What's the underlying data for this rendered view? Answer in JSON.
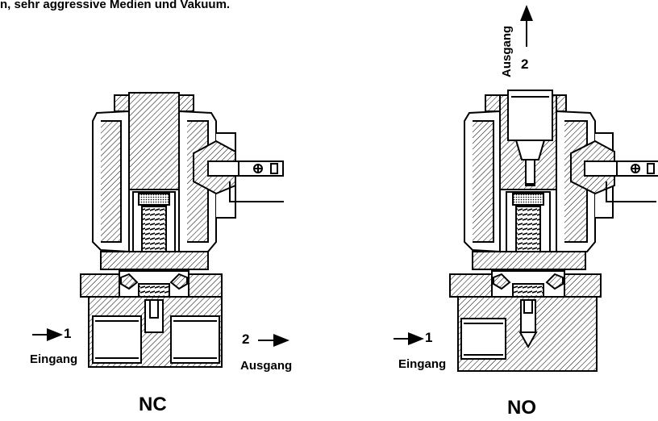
{
  "header_text": "n, sehr aggressive Medien und Vakuum.",
  "valves": [
    {
      "type_label": "NC",
      "inlet": {
        "number": "1",
        "label": "Eingang"
      },
      "outlet": {
        "number": "2",
        "label": "Ausgang"
      }
    },
    {
      "type_label": "NO",
      "inlet": {
        "number": "1",
        "label": "Eingang"
      },
      "outlet": {
        "number": "2",
        "label": "Ausgang"
      }
    }
  ]
}
